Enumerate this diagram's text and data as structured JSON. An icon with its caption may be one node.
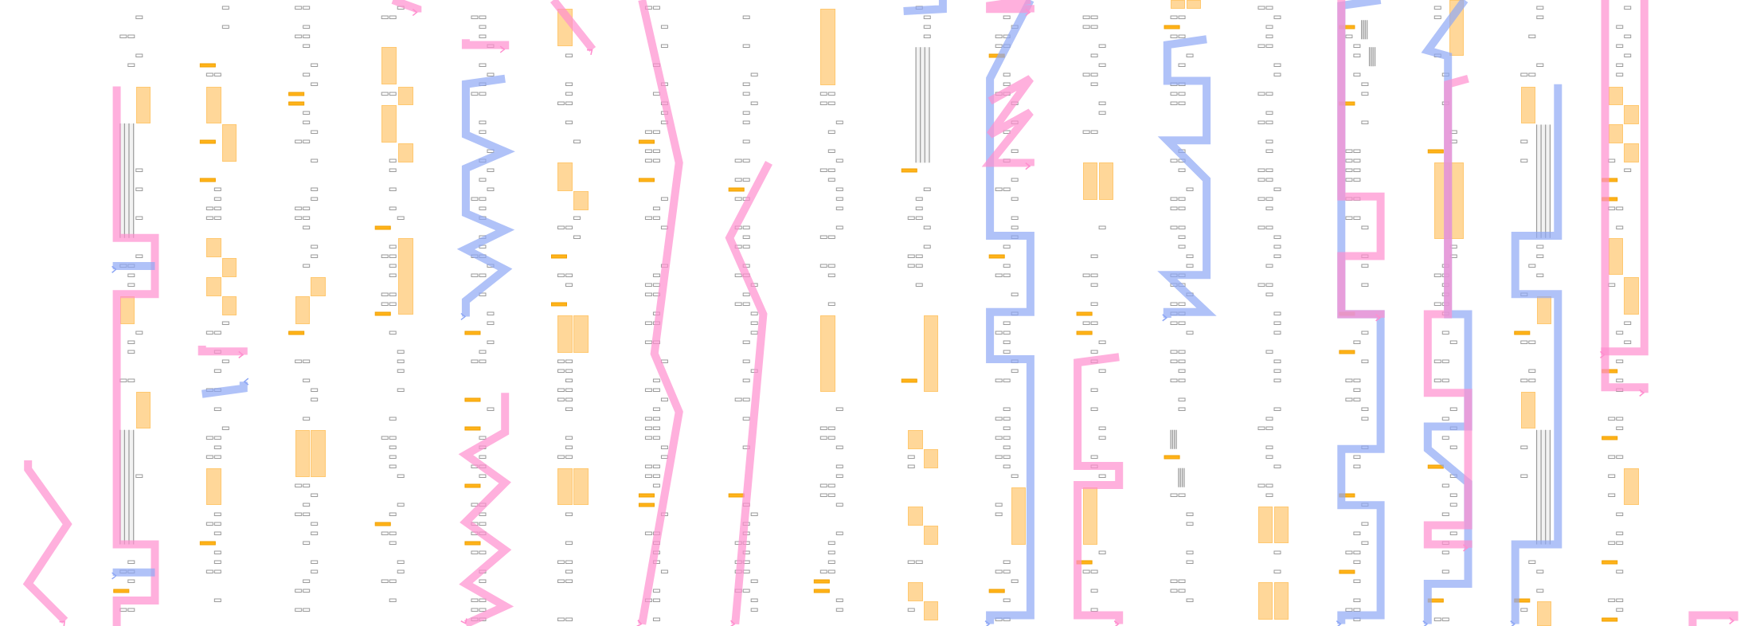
{
  "diagram": {
    "nodes": [
      {
        "text": [],
        "shape": "bar"
      },
      {
        "text": [],
        "shape": "bar"
      },
      {
        "text": [],
        "shape": "bar"
      },
      {
        "text": [],
        "shape": "bar"
      },
      {
        "text": [],
        "shape": "bar"
      },
      {
        "text": [],
        "shape": "bar"
      },
      {
        "text": [],
        "shape": "bar"
      },
      {
        "text": [],
        "shape": "bar"
      },
      {
        "text": [],
        "shape": "bar"
      },
      {
        "text": [],
        "shape": "bar"
      },
      {
        "text": [],
        "shape": "bar"
      },
      {
        "text": [],
        "shape": "bar"
      },
      {
        "text": [],
        "shape": "bar"
      },
      {
        "text": [],
        "shape": "bar"
      },
      {
        "text": [],
        "shape": "bar"
      },
      {
        "text": [],
        "shape": "bar"
      },
      {
        "text": [],
        "shape": "bar"
      },
      {
        "text": [],
        "shape": "bar"
      },
      {
        "text": [],
        "shape": "bar"
      },
      {
        "text": [],
        "shape": "bar"
      },
      {
        "text": [],
        "shape": "bar"
      },
      {
        "text": [],
        "shape": "bar"
      },
      {
        "text": [],
        "shape": "bar"
      },
      {
        "text": [],
        "shape": "bar"
      },
      {
        "text": [],
        "shape": "bar"
      },
      {
        "text": [],
        "shape": "bar"
      },
      {
        "text": [],
        "shape": "bar"
      },
      {
        "text": [],
        "shape": "bar"
      },
      {
        "text": [],
        "shape": "bar"
      },
      {
        "text": [],
        "shape": "bar"
      },
      {
        "text": [],
        "shape": "bar"
      },
      {
        "text": [],
        "shape": "bar"
      },
      {
        "text": [],
        "shape": "bar"
      },
      {
        "text": [],
        "shape": "bar"
      },
      {
        "text": [],
        "shape": "bar"
      },
      {
        "text": [],
        "shape": "bar"
      },
      {
        "text": [],
        "shape": "bar"
      },
      {
        "text": [],
        "shape": "bar"
      },
      {
        "text": [],
        "shape": "bar"
      },
      {
        "text": [],
        "shape": "bar"
      },
      {
        "text": [],
        "shape": "bar"
      },
      {
        "text": [],
        "shape": "bar"
      },
      {
        "text": [],
        "shape": "bar"
      },
      {
        "text": [],
        "shape": "bar"
      },
      {
        "text": [],
        "shape": "bar"
      },
      {
        "text": [],
        "shape": "bar"
      },
      {
        "text": [],
        "shape": "bar"
      },
      {
        "text": [],
        "shape": "bar"
      },
      {
        "text": [],
        "shape": "bar"
      },
      {
        "text": [],
        "shape": "bar"
      },
      {
        "text": [],
        "shape": "bar"
      },
      {
        "text": [],
        "shape": "bar"
      },
      {
        "text": [],
        "shape": "bar"
      },
      {
        "text": [],
        "shape": "bar"
      },
      {
        "text": [],
        "shape": "bar"
      },
      {
        "text": [],
        "shape": "bar"
      },
      {
        "text": [],
        "shape": "bar"
      },
      {
        "text": [],
        "shape": "bar"
      },
      {
        "text": [],
        "shape": "bar"
      }
    ]
  }
}
